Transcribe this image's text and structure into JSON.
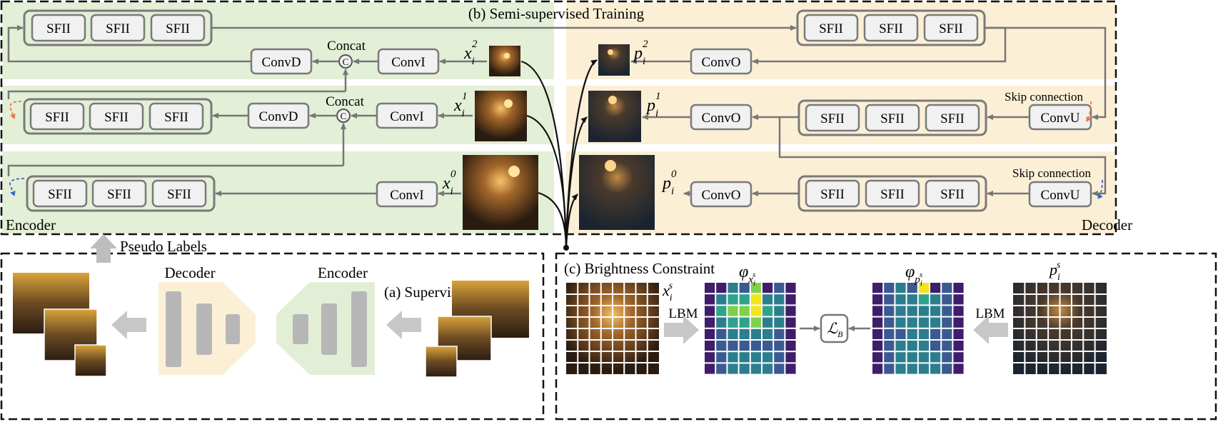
{
  "panels": {
    "semi_title": "(b) Semi-supervised Training",
    "supervised_title": "(a) Supervised Training",
    "brightness_title": "(c) Brightness Constraint",
    "encoder_corner": "Encoder",
    "decoder_corner": "Decoder",
    "pseudo_labels": "Pseudo Labels"
  },
  "blocks": {
    "sfii": "SFII",
    "convd": "ConvD",
    "convi": "ConvI",
    "convo": "ConvO",
    "convu": "ConvU",
    "concat": "Concat",
    "concat_symbol": "C",
    "skip": "Skip connection",
    "lbm": "LBM"
  },
  "math": {
    "x": "x",
    "p": "p",
    "i": "i",
    "levels": [
      "2",
      "1",
      "0"
    ],
    "s": "s",
    "phi": "φ",
    "loss_L": "ℒ",
    "loss_B": "B"
  },
  "supervised": {
    "decoder_label": "Decoder",
    "encoder_label": "Encoder"
  },
  "colors": {
    "green_panel": "#e3efd6",
    "yellow_panel": "#fbefd6",
    "block_stroke": "#7a7a7a",
    "block_fill": "#f1f1f1",
    "arrow": "#777777",
    "skip_orange": "#e8744a",
    "skip_blue": "#3b64c8",
    "dec_shape_bg": "#fbf0d6",
    "enc_shape_bg": "#e2efd6",
    "bar_gray": "#b7b7b7"
  },
  "heatmap_x": [
    [
      0,
      0,
      2,
      1,
      4,
      0,
      1,
      0
    ],
    [
      0,
      2,
      3,
      3,
      5,
      2,
      2,
      0
    ],
    [
      0,
      3,
      4,
      4,
      5,
      3,
      2,
      0
    ],
    [
      0,
      2,
      3,
      3,
      4,
      2,
      2,
      0
    ],
    [
      0,
      1,
      2,
      2,
      2,
      2,
      1,
      0
    ],
    [
      0,
      1,
      1,
      1,
      1,
      1,
      1,
      0
    ],
    [
      0,
      1,
      2,
      2,
      2,
      2,
      1,
      0
    ],
    [
      0,
      1,
      2,
      2,
      2,
      2,
      1,
      0
    ]
  ],
  "heatmap_p": [
    [
      0,
      1,
      2,
      1,
      5,
      0,
      1,
      0
    ],
    [
      0,
      1,
      2,
      2,
      3,
      2,
      1,
      0
    ],
    [
      0,
      1,
      2,
      2,
      2,
      2,
      1,
      0
    ],
    [
      0,
      1,
      2,
      2,
      2,
      2,
      1,
      0
    ],
    [
      0,
      1,
      1,
      2,
      2,
      1,
      1,
      0
    ],
    [
      0,
      1,
      2,
      2,
      2,
      1,
      1,
      0
    ],
    [
      0,
      1,
      2,
      2,
      2,
      2,
      1,
      0
    ],
    [
      0,
      1,
      2,
      2,
      2,
      2,
      1,
      0
    ]
  ],
  "palette": [
    "#3f1d6b",
    "#3c5a92",
    "#2c7e8e",
    "#2ea38a",
    "#7fd04b",
    "#f1e51d"
  ]
}
